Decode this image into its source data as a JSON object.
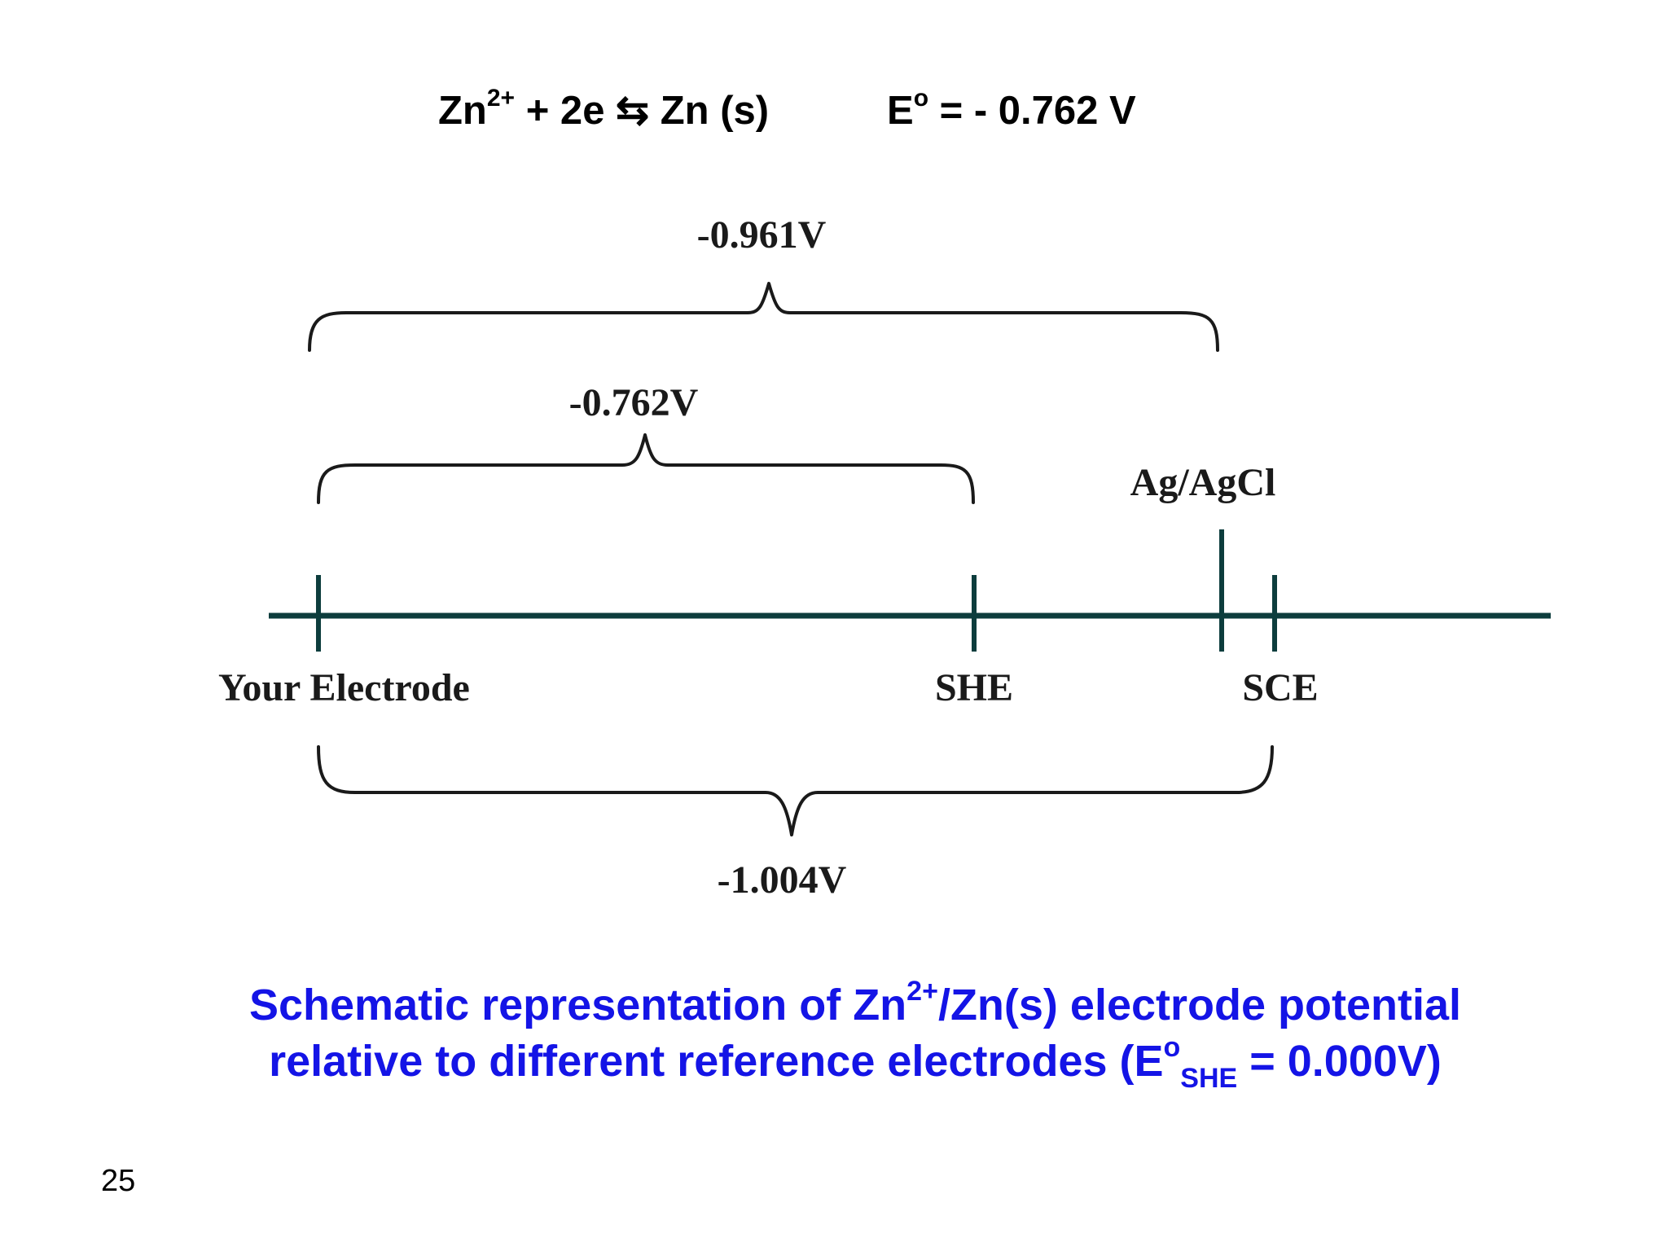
{
  "equation": {
    "left": {
      "base": "Zn",
      "charge": "2+",
      "rest": " + 2e ⇆ Zn (s)"
    },
    "right": {
      "base": "E",
      "sup": "o",
      "rest": " = - 0.762 V"
    }
  },
  "diagram": {
    "electrodes": [
      "Your Electrode",
      "SHE",
      "Ag/AgCl",
      "SCE"
    ],
    "potentials": {
      "electrode_vs_agagcl": "-0.961V",
      "electrode_vs_she": "-0.762V",
      "electrode_vs_sce": "-1.004V"
    },
    "line_color": "#0d3d3d"
  },
  "caption": {
    "line1_part1": "Schematic representation of Zn",
    "line1_sup": "2+",
    "line1_part2": "/Zn(s) electrode potential",
    "line2_part1": "relative to different reference electrodes (E",
    "line2_sup": "o",
    "line2_sub": "SHE",
    "line2_part2": " = 0.000V)",
    "color": "#1414e6"
  },
  "page_number": "25"
}
